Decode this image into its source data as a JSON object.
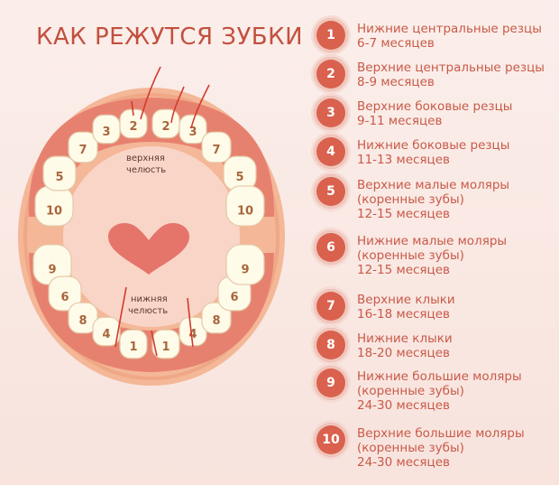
{
  "title": "КАК РЕЖУТСЯ ЗУБКИ",
  "jaw_labels": {
    "upper_line1": "верхняя",
    "upper_line2": "челюсть",
    "lower_line1": "нижняя",
    "lower_line2": "челюсть"
  },
  "colors": {
    "accent": "#d9614e",
    "text": "#c85a48",
    "mouth_outer": "#f4b797",
    "gum": "#e7816f",
    "tooth": "#fffbe9",
    "heart": "#e5746a"
  },
  "upper_teeth": [
    "10",
    "5",
    "7",
    "3",
    "2",
    "2",
    "3",
    "7",
    "5",
    "10"
  ],
  "lower_teeth": [
    "9",
    "6",
    "8",
    "4",
    "1",
    "1",
    "4",
    "8",
    "6",
    "9"
  ],
  "legend": [
    {
      "num": "1",
      "lines": [
        "Нижние центральные резцы",
        "6-7 месяцев"
      ]
    },
    {
      "num": "2",
      "lines": [
        "Верхние центральные резцы",
        "8-9 месяцев"
      ]
    },
    {
      "num": "3",
      "lines": [
        "Верхние боковые резцы",
        "9-11 месяцев"
      ]
    },
    {
      "num": "4",
      "lines": [
        "Нижние боковые резцы",
        "11-13 месяцев"
      ]
    },
    {
      "num": "5",
      "lines": [
        "Верхние малые моляры",
        "(коренные зубы)",
        "12-15 месяцев"
      ]
    },
    {
      "num": "6",
      "lines": [
        "Нижние малые моляры",
        "(коренные зубы)",
        "12-15 месяцев"
      ]
    },
    {
      "num": "7",
      "lines": [
        "Верхние клыки",
        "16-18 месяцев"
      ]
    },
    {
      "num": "8",
      "lines": [
        "Нижние клыки",
        "18-20 месяцев"
      ]
    },
    {
      "num": "9",
      "lines": [
        "Нижние большие моляры",
        "(коренные зубы)",
        "24-30 месяцев"
      ]
    },
    {
      "num": "10",
      "lines": [
        "Верхние большие моляры",
        "(коренные зубы)",
        "24-30 месяцев"
      ]
    }
  ]
}
